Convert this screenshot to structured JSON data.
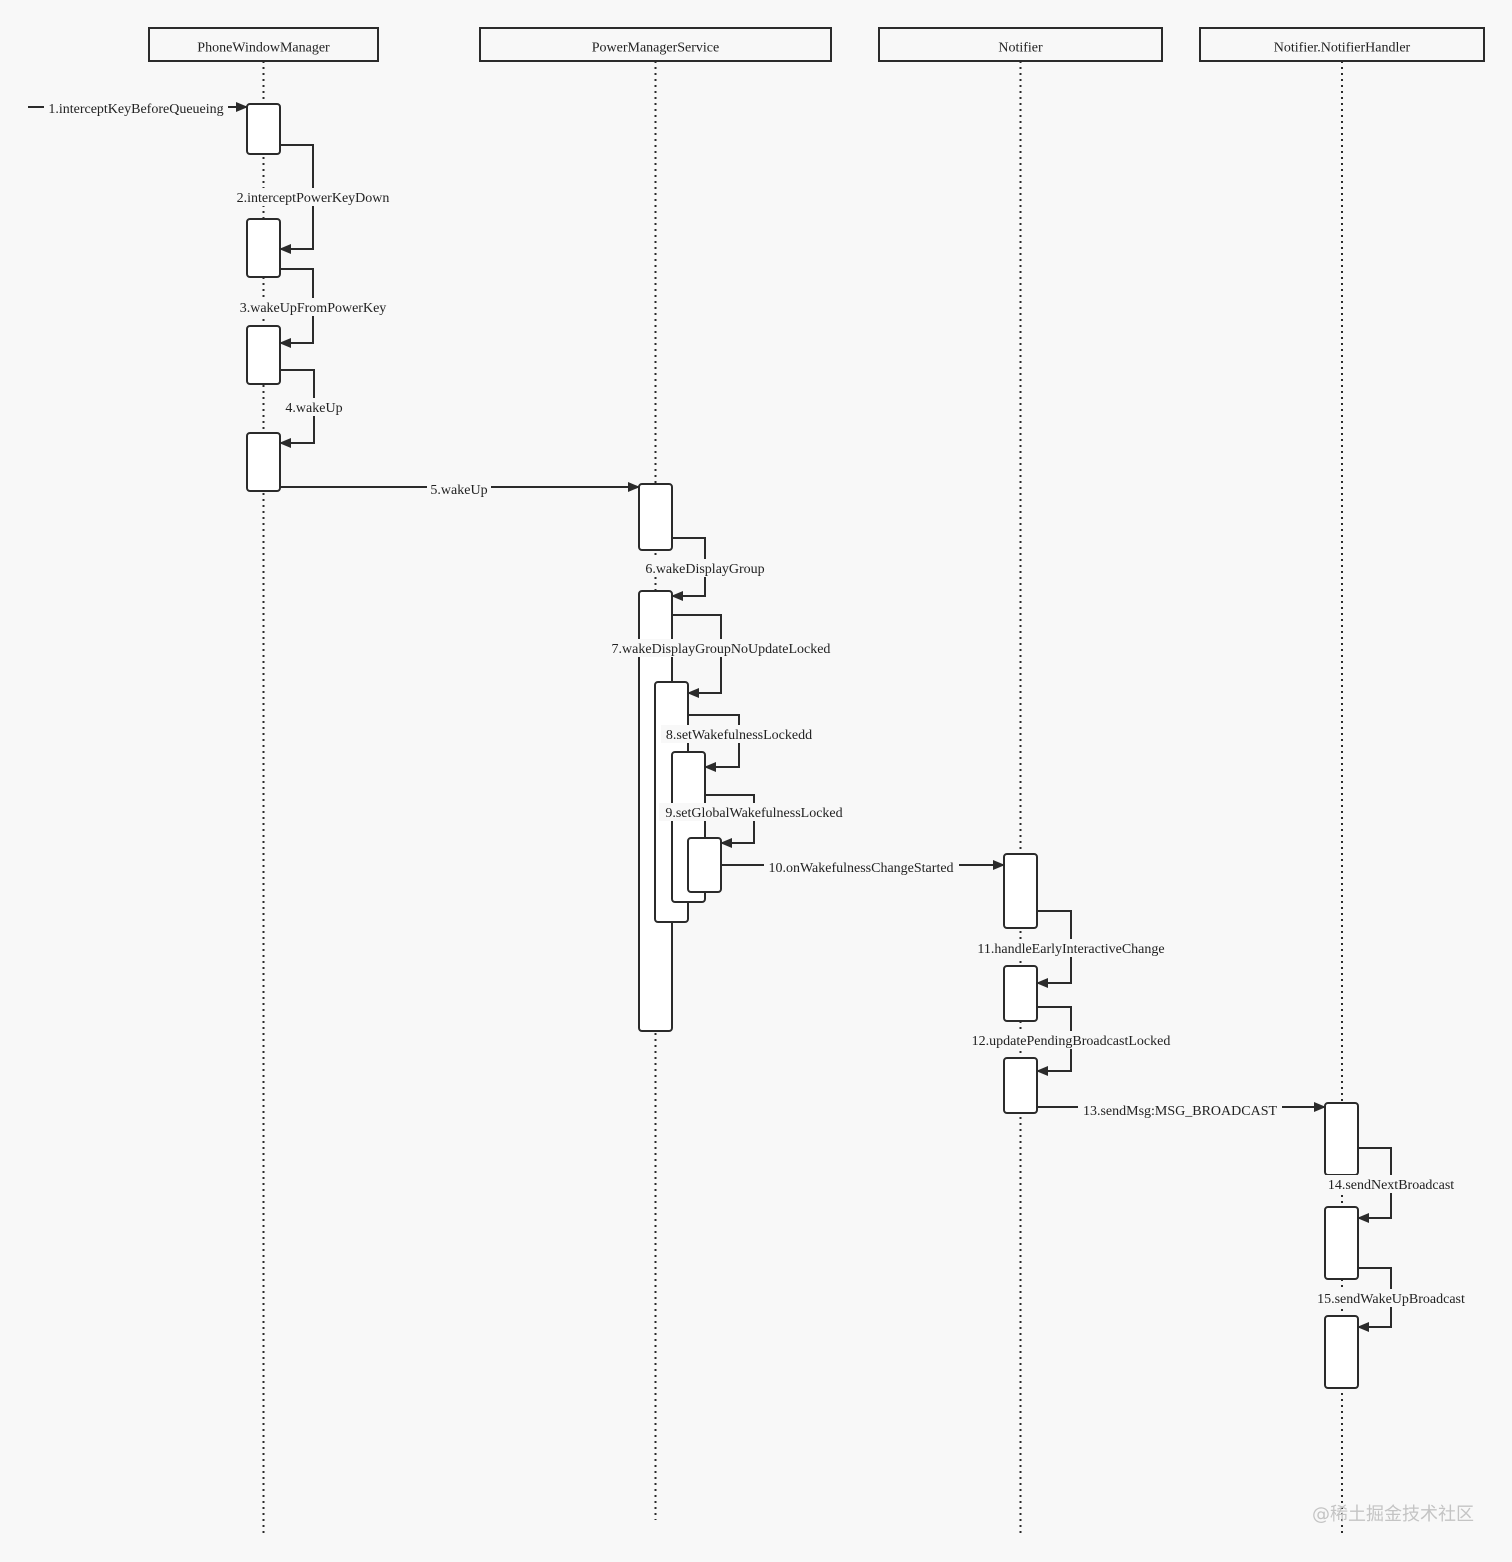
{
  "participants": [
    {
      "id": "pwm",
      "name": "PhoneWindowManager"
    },
    {
      "id": "pms",
      "name": "PowerManagerService"
    },
    {
      "id": "notifier",
      "name": "Notifier"
    },
    {
      "id": "handler",
      "name": "Notifier.NotifierHandler"
    }
  ],
  "messages": [
    {
      "id": "m1",
      "label": "1.interceptKeyBeforeQueueing",
      "from": "external",
      "to": "pwm"
    },
    {
      "id": "m2",
      "label": "2.interceptPowerKeyDown",
      "from": "pwm",
      "to": "pwm"
    },
    {
      "id": "m3",
      "label": "3.wakeUpFromPowerKey",
      "from": "pwm",
      "to": "pwm"
    },
    {
      "id": "m4",
      "label": "4.wakeUp",
      "from": "pwm",
      "to": "pwm"
    },
    {
      "id": "m5",
      "label": "5.wakeUp",
      "from": "pwm",
      "to": "pms"
    },
    {
      "id": "m6",
      "label": "6.wakeDisplayGroup",
      "from": "pms",
      "to": "pms"
    },
    {
      "id": "m7",
      "label": "7.wakeDisplayGroupNoUpdateLocked",
      "from": "pms",
      "to": "pms"
    },
    {
      "id": "m8",
      "label": "8.setWakefulnessLockedd",
      "from": "pms",
      "to": "pms"
    },
    {
      "id": "m9",
      "label": "9.setGlobalWakefulnessLocked",
      "from": "pms",
      "to": "pms"
    },
    {
      "id": "m10",
      "label": "10.onWakefulnessChangeStarted",
      "from": "pms",
      "to": "notifier"
    },
    {
      "id": "m11",
      "label": "11.handleEarlyInteractiveChange",
      "from": "notifier",
      "to": "notifier"
    },
    {
      "id": "m12",
      "label": "12.updatePendingBroadcastLocked",
      "from": "notifier",
      "to": "notifier"
    },
    {
      "id": "m13",
      "label": "13.sendMsg:MSG_BROADCAST",
      "from": "notifier",
      "to": "handler"
    },
    {
      "id": "m14",
      "label": "14.sendNextBroadcast",
      "from": "handler",
      "to": "handler"
    },
    {
      "id": "m15",
      "label": "15.sendWakeUpBroadcast",
      "from": "handler",
      "to": "handler"
    }
  ],
  "watermark": "@稀土掘金技术社区"
}
